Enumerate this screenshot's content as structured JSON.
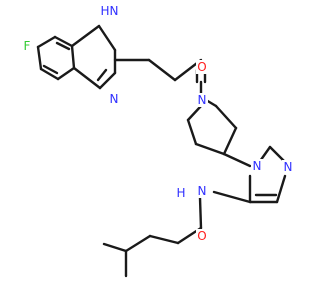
{
  "molecule": {
    "atoms": {
      "F": {
        "text": "F",
        "color": "#33cc33"
      },
      "NH": {
        "text": "H",
        "color": "#3030ff"
      },
      "NH_N": {
        "text": "N",
        "color": "#3030ff"
      },
      "N1": {
        "text": "N",
        "color": "#3030ff"
      },
      "O1": {
        "text": "O",
        "color": "#ff2020"
      },
      "Npip": {
        "text": "N",
        "color": "#3030ff"
      },
      "Npz1": {
        "text": "N",
        "color": "#3030ff"
      },
      "Npz2": {
        "text": "N",
        "color": "#3030ff"
      },
      "Namide": {
        "text": "N",
        "color": "#3030ff"
      },
      "Hamide": {
        "text": "H",
        "color": "#3030ff"
      },
      "O2": {
        "text": "O",
        "color": "#ff2020"
      }
    },
    "bond_color": "#1a1a1a"
  }
}
